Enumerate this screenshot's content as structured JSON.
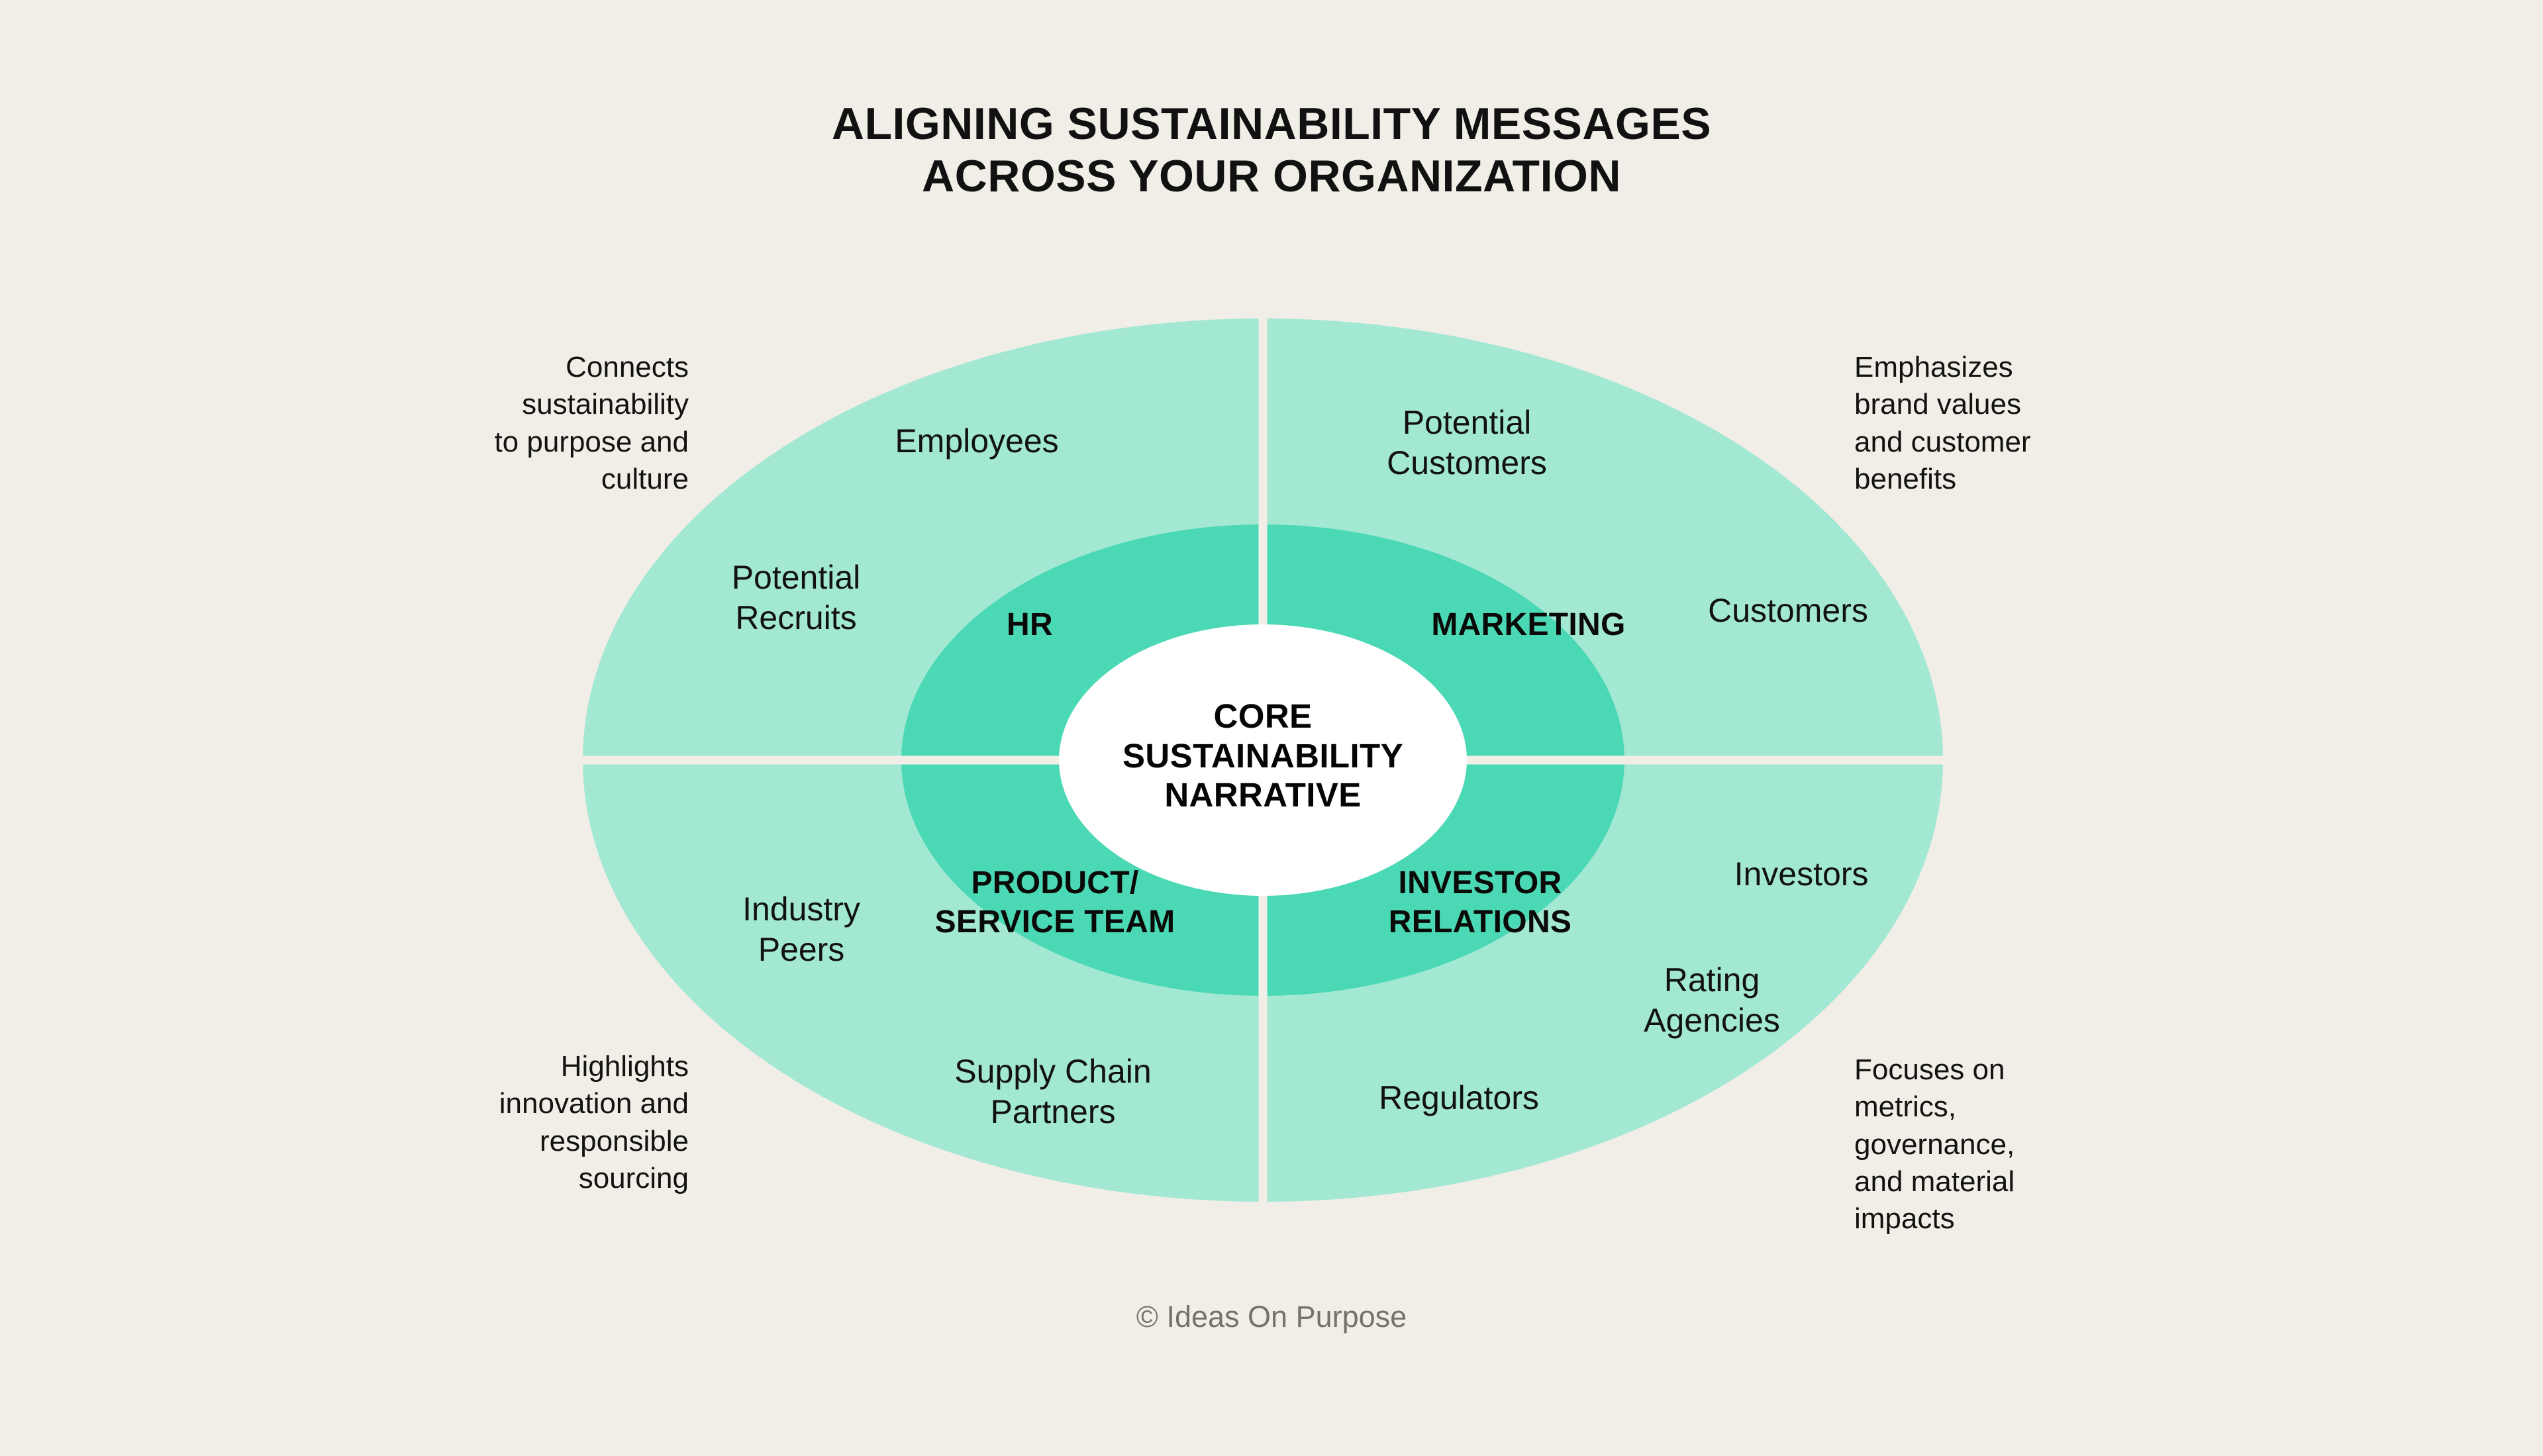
{
  "title": {
    "line1": "ALIGNING SUSTAINABILITY MESSAGES",
    "line2": "ACROSS YOUR ORGANIZATION"
  },
  "core": {
    "line1": "CORE",
    "line2": "SUSTAINABILITY",
    "line3": "NARRATIVE"
  },
  "departments": {
    "hr": "HR",
    "marketing": "MARKETING",
    "product_service_team": "PRODUCT/\nSERVICE TEAM",
    "investor_relations": "INVESTOR\nRELATIONS"
  },
  "stakeholders": {
    "employees": "Employees",
    "potential_recruits": "Potential\nRecruits",
    "potential_customers": "Potential\nCustomers",
    "customers": "Customers",
    "industry_peers": "Industry\nPeers",
    "supply_chain_partners": "Supply Chain\nPartners",
    "regulators": "Regulators",
    "investors": "Investors",
    "rating_agencies": "Rating\nAgencies"
  },
  "notes": {
    "top_left": "Connects\nsustainability\nto purpose and\nculture",
    "top_right": "Emphasizes\nbrand values\nand customer\nbenefits",
    "bottom_left": "Highlights\ninnovation and\nresponsible\nsourcing",
    "bottom_right": "Focuses on\nmetrics,\ngovernance,\nand material\nimpacts"
  },
  "credit": "© Ideas On Purpose",
  "colors": {
    "background": "#F1EEE7",
    "outer_ring": "#A2E8D3",
    "inner_ring": "#4BD8B4",
    "core": "#FFFFFF",
    "divider": "#F1EEE7",
    "title_text": "#111111",
    "credit_text": "#74736B"
  }
}
